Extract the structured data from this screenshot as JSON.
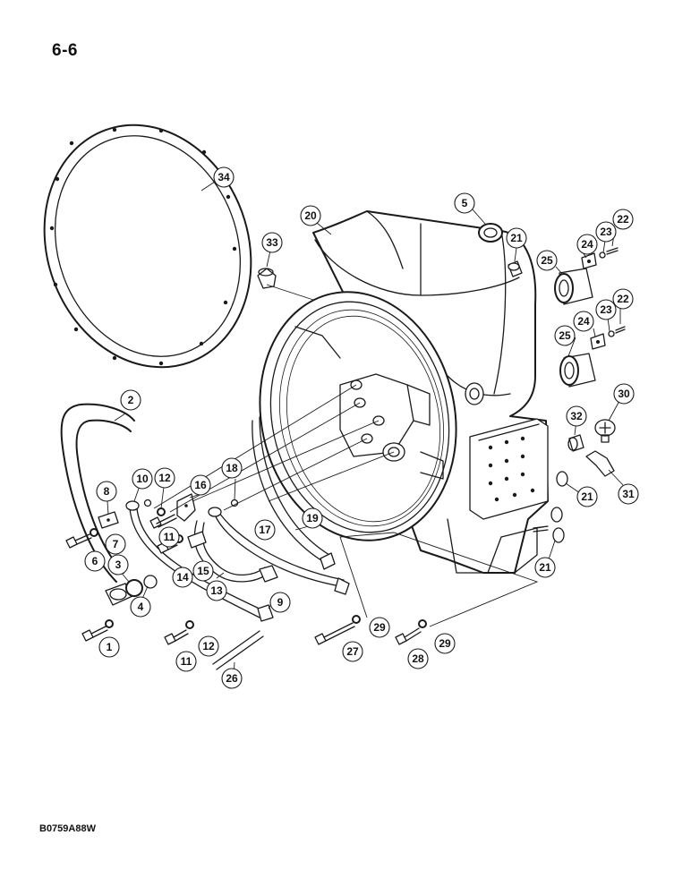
{
  "page_number": "6-6",
  "figure_code": "B0759A88W",
  "callouts": [
    {
      "label": "34"
    },
    {
      "label": "20"
    },
    {
      "label": "33"
    },
    {
      "label": "5"
    },
    {
      "label": "21"
    },
    {
      "label": "22"
    },
    {
      "label": "23"
    },
    {
      "label": "24"
    },
    {
      "label": "25"
    },
    {
      "label": "22"
    },
    {
      "label": "23"
    },
    {
      "label": "24"
    },
    {
      "label": "25"
    },
    {
      "label": "30"
    },
    {
      "label": "32"
    },
    {
      "label": "31"
    },
    {
      "label": "21"
    },
    {
      "label": "21"
    },
    {
      "label": "2"
    },
    {
      "label": "8"
    },
    {
      "label": "10"
    },
    {
      "label": "12"
    },
    {
      "label": "16"
    },
    {
      "label": "18"
    },
    {
      "label": "7"
    },
    {
      "label": "6"
    },
    {
      "label": "11"
    },
    {
      "label": "3"
    },
    {
      "label": "4"
    },
    {
      "label": "14"
    },
    {
      "label": "15"
    },
    {
      "label": "17"
    },
    {
      "label": "19"
    },
    {
      "label": "13"
    },
    {
      "label": "9"
    },
    {
      "label": "1"
    },
    {
      "label": "11"
    },
    {
      "label": "12"
    },
    {
      "label": "26"
    },
    {
      "label": "29"
    },
    {
      "label": "27"
    },
    {
      "label": "29"
    },
    {
      "label": "28"
    }
  ]
}
